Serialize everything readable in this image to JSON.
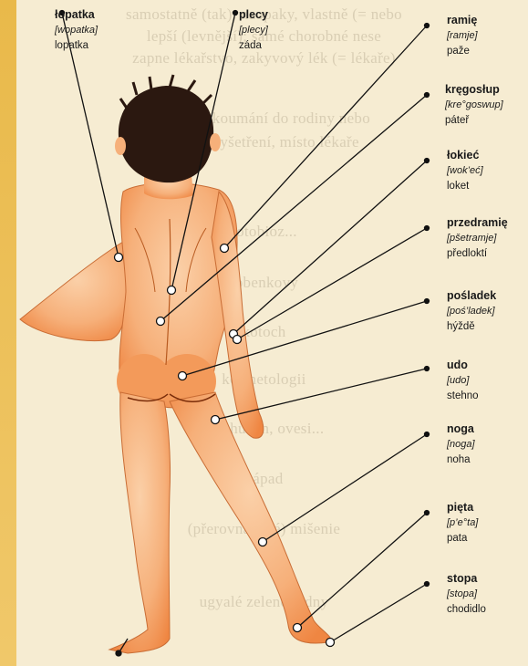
{
  "background_text": [
    "samostatně (tak), naopaky, vlastně (= nebo",
    "lepší (levnější); samé chorobné nese",
    "zapne lékařstvo, zakyvový lék (= lékaře)",
    "ostatní zkoumání do rodiny nebo",
    "lehké, vyšetření, místo lékaře",
    "fotobioz...",
    "robenkovy",
    "kotoch",
    "kosmetologii",
    "(přehuhen, ovesi...",
    "nápad",
    "(přerovnávané) mišenie",
    "ugyalé zelenovodny"
  ],
  "labels": [
    {
      "term": "łopatka",
      "pron": "[wopatka]",
      "trans": "lopatka"
    },
    {
      "term": "plecy",
      "pron": "[plecy]",
      "trans": "záda"
    },
    {
      "term": "ramię",
      "pron": "[ramje]",
      "trans": "paže"
    },
    {
      "term": "kręgosłup",
      "pron": "[kre°goswup]",
      "trans": "páteř"
    },
    {
      "term": "łokieć",
      "pron": "[wok’eć]",
      "trans": "loket"
    },
    {
      "term": "przedramię",
      "pron": "[pšetramje]",
      "trans": "předloktí"
    },
    {
      "term": "pośladek",
      "pron": "[poś’ladek]",
      "trans": "hýždě"
    },
    {
      "term": "udo",
      "pron": "[udo]",
      "trans": "stehno"
    },
    {
      "term": "noga",
      "pron": "[noga]",
      "trans": "noha"
    },
    {
      "term": "pięta",
      "pron": "[p’e°ta]",
      "trans": "pata"
    },
    {
      "term": "stopa",
      "pron": "[stopa]",
      "trans": "chodidlo"
    }
  ],
  "colors": {
    "skin": "#f6b07a",
    "skin_dark": "#ef8642",
    "hair": "#2b1810",
    "line": "#111111",
    "paper": "#f6ecd2"
  }
}
